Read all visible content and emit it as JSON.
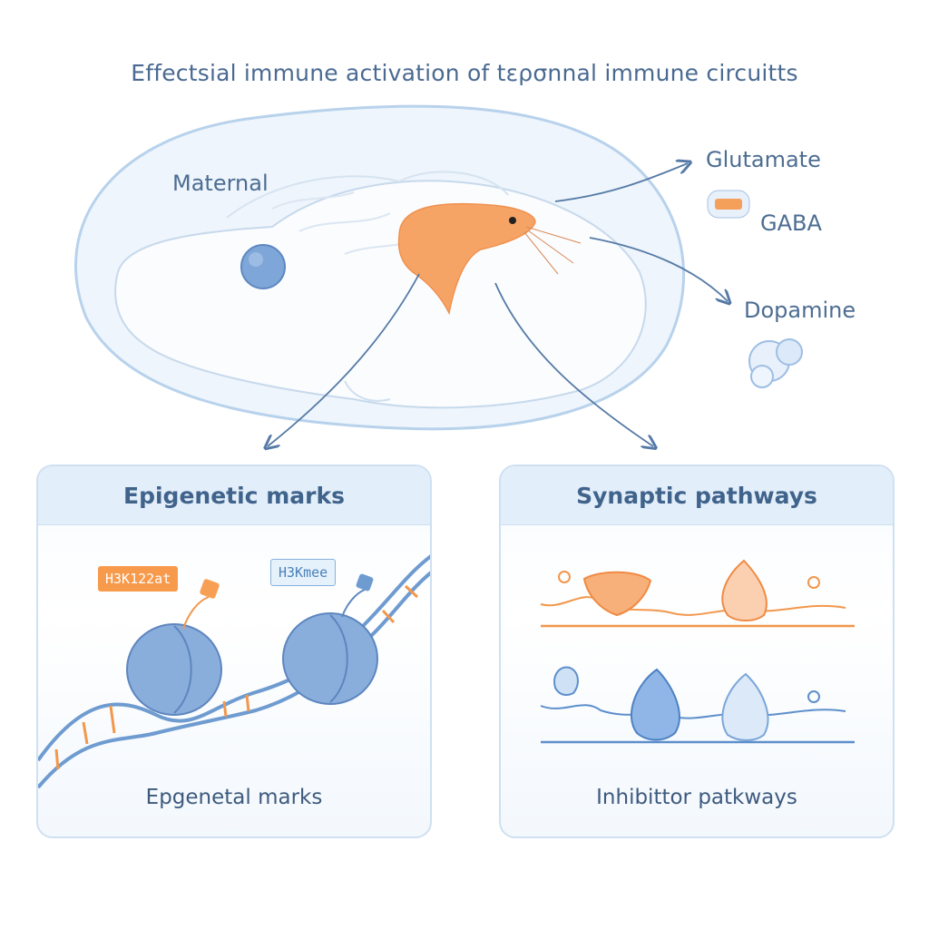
{
  "title": "Effectsial immune activation of tερσnnal immune circuitts",
  "labels": {
    "maternal": "Maternal",
    "glutamate": "Glutamate",
    "gaba": "GABA",
    "dopamine": "Dopamine"
  },
  "panels": {
    "epigenetic": {
      "header": "Epigenetic marks",
      "footer": "Epgenetal marks",
      "tag_acetyl": "H3K122at",
      "tag_methyl": "H3Kmee"
    },
    "synaptic": {
      "header": "Synaptic pathways",
      "footer": "Inhibittor patkways"
    }
  },
  "colors": {
    "text": "#4a6a92",
    "accent_orange": "#f79a4b",
    "accent_blue": "#6e9bd0",
    "panel_border": "#cfe0f1"
  }
}
